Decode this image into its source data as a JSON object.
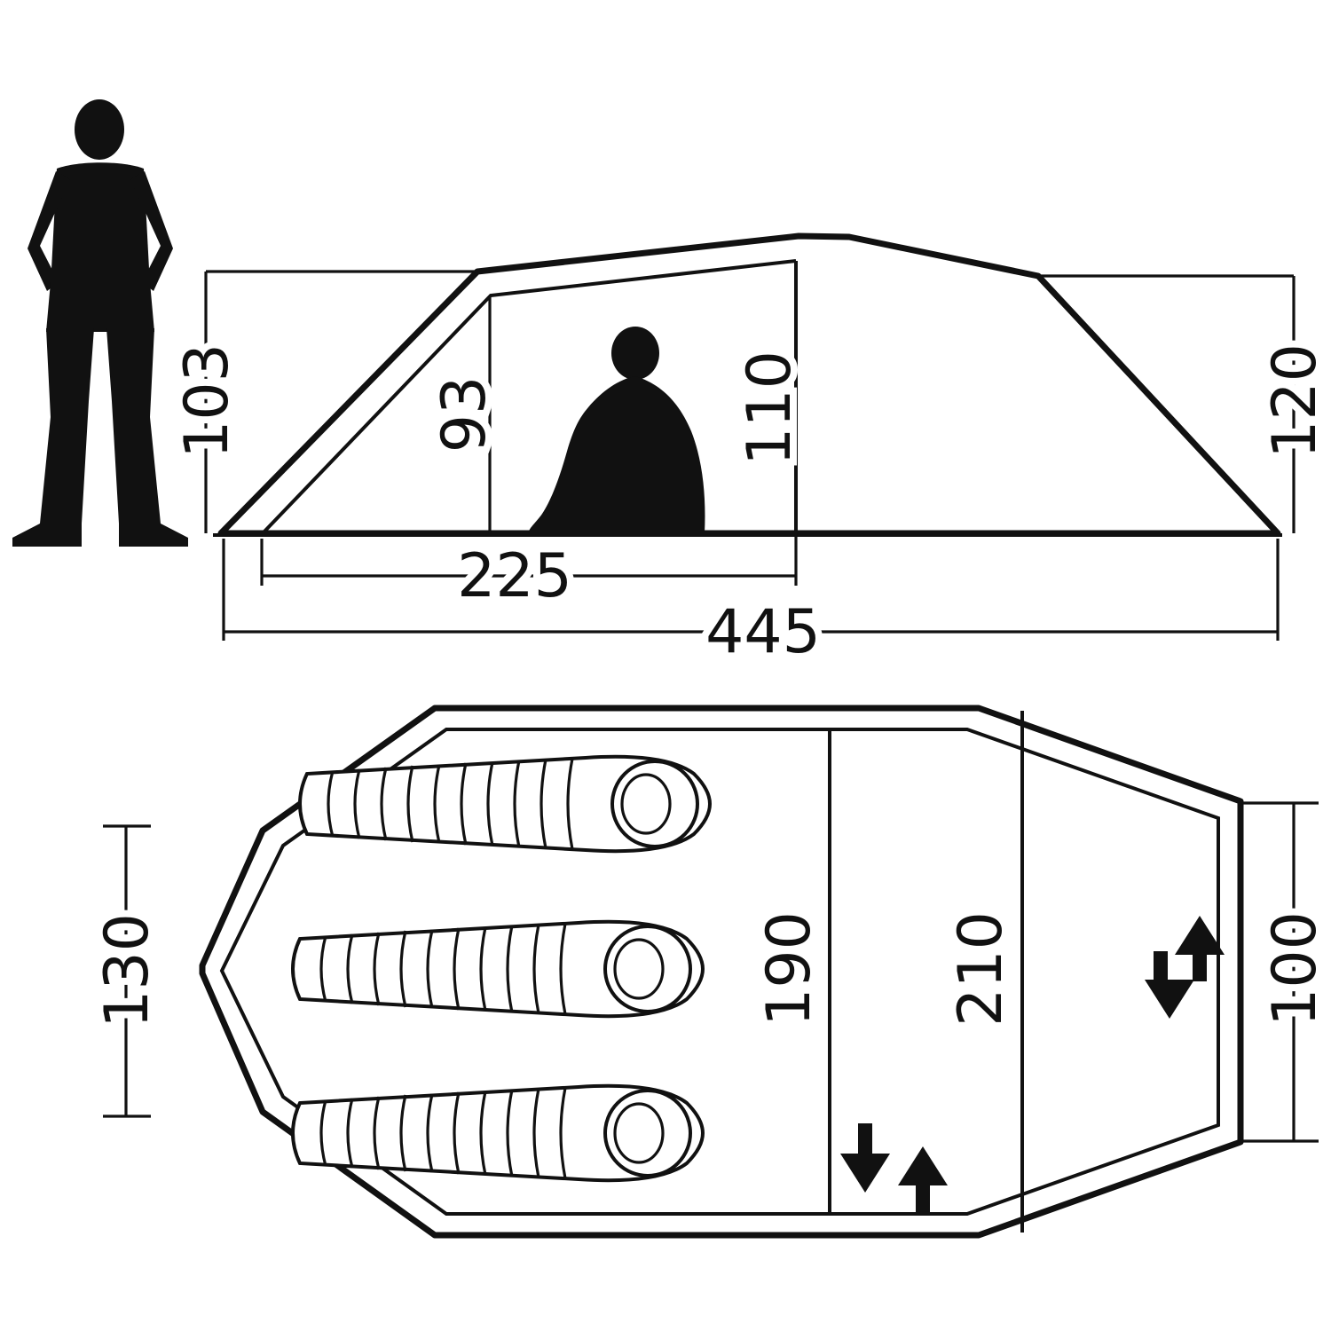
{
  "side_view": {
    "left_height": "103",
    "inner_front_height": "93",
    "inner_rear_height": "110",
    "right_height": "120",
    "inner_length": "225",
    "total_length": "445"
  },
  "floor_plan": {
    "left_vestibule_depth": "130",
    "inner_width": "190",
    "outer_width": "210",
    "right_vestibule_depth": "100"
  },
  "colors": {
    "line": "#111111",
    "background": "#ffffff"
  }
}
